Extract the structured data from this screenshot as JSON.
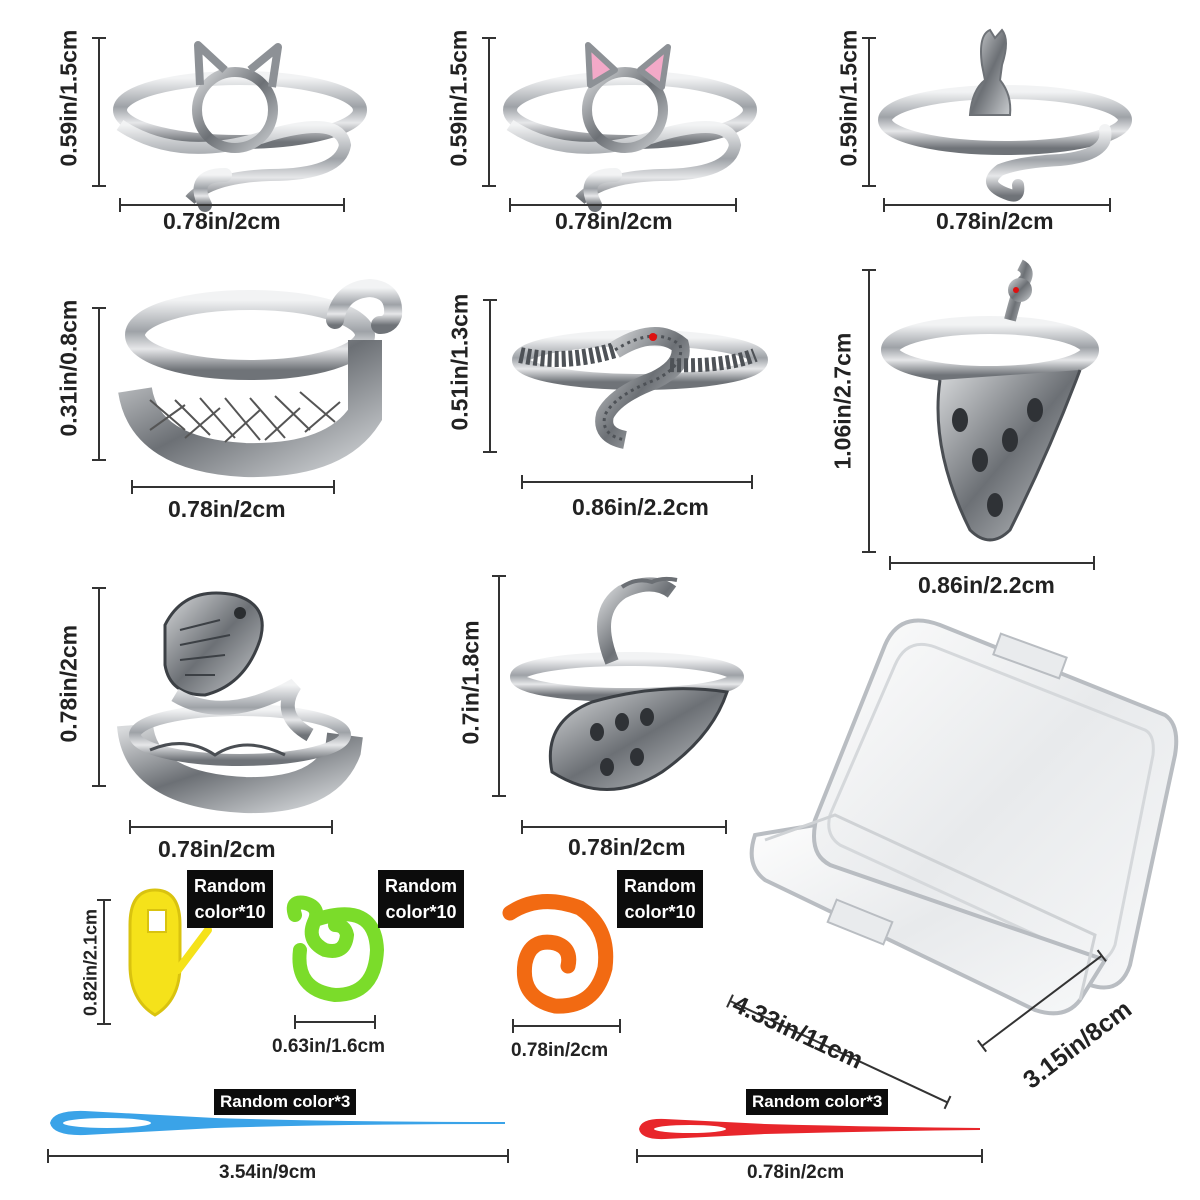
{
  "items": {
    "cat_ring_1": {
      "width": "0.78in/2cm",
      "height": "0.59in/1.5cm"
    },
    "cat_ring_2": {
      "width": "0.78in/2cm",
      "height": "0.59in/1.5cm"
    },
    "cat_ring_3": {
      "width": "0.78in/2cm",
      "height": "0.59in/1.5cm"
    },
    "swirl_ring": {
      "width": "0.78in/2cm",
      "height": "0.31in/0.8cm"
    },
    "snake_ring": {
      "width": "0.86in/2.2cm",
      "height": "0.51in/1.3cm"
    },
    "peacock_ring_tall": {
      "width": "0.86in/2.2cm",
      "height": "1.06in/2.7cm"
    },
    "fish_ring": {
      "width": "0.78in/2cm",
      "height": "0.78in/2cm"
    },
    "peacock_ring": {
      "width": "0.78in/2cm",
      "height": "0.7in/1.8cm"
    },
    "lock_marker": {
      "height": "0.82in/2.1cm",
      "tag_line1": "Random",
      "tag_line2": "color*10"
    },
    "green_marker": {
      "width": "0.63in/1.6cm",
      "tag_line1": "Random",
      "tag_line2": "color*10"
    },
    "orange_marker": {
      "width": "0.78in/2cm",
      "tag_line1": "Random",
      "tag_line2": "color*10"
    },
    "storage_box": {
      "length": "4.33in/11cm",
      "width": "3.15in/8cm"
    },
    "blue_needle": {
      "length": "3.54in/9cm",
      "tag": "Random color*3"
    },
    "red_needle": {
      "length": "0.78in/2cm",
      "tag": "Random color*3"
    }
  },
  "colors": {
    "silver": "#b9bcc0",
    "yellow": "#f5e21a",
    "green": "#7bdc2a",
    "orange": "#f26a12",
    "blue": "#3aa3e8",
    "red": "#e8262b",
    "pink": "#f3a9c8"
  }
}
